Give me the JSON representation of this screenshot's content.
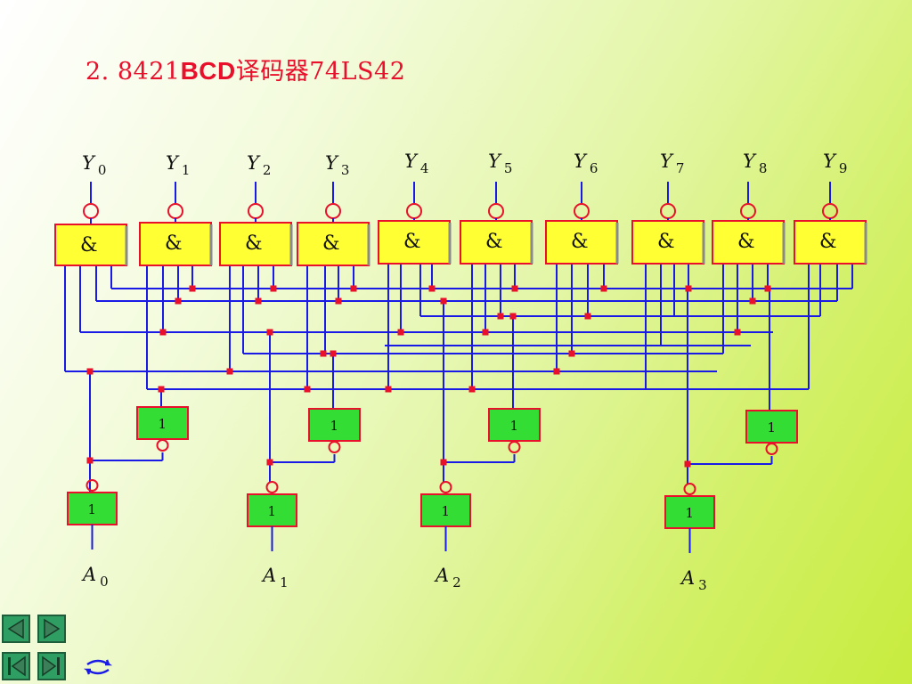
{
  "slide": {
    "title_prefix": "2. 8421",
    "title_bold": "BCD",
    "title_suffix": "译码器74LS42"
  },
  "circuit": {
    "outputs": [
      {
        "letter": "Y",
        "sub": "0"
      },
      {
        "letter": "Y",
        "sub": "1"
      },
      {
        "letter": "Y",
        "sub": "2"
      },
      {
        "letter": "Y",
        "sub": "3"
      },
      {
        "letter": "Y",
        "sub": "4"
      },
      {
        "letter": "Y",
        "sub": "5"
      },
      {
        "letter": "Y",
        "sub": "6"
      },
      {
        "letter": "Y",
        "sub": "7"
      },
      {
        "letter": "Y",
        "sub": "8"
      },
      {
        "letter": "Y",
        "sub": "9"
      }
    ],
    "and_gate_symbol": "&",
    "inverter_symbol": "1",
    "inputs": [
      {
        "letter": "A",
        "sub": "0"
      },
      {
        "letter": "A",
        "sub": "1"
      },
      {
        "letter": "A",
        "sub": "2"
      },
      {
        "letter": "A",
        "sub": "3"
      }
    ],
    "colors": {
      "wire": "#1a1ae6",
      "junction": "#e8102a",
      "and_fill": "#ffff33",
      "and_border": "#e8102a",
      "inv_fill": "#33dd33",
      "inv_border": "#e8102a",
      "bubble": "#e8102a",
      "text": "#111111"
    }
  },
  "navigation": {
    "buttons": [
      {
        "name": "previous-slide-button",
        "icon": "triangle-left-icon"
      },
      {
        "name": "next-slide-button",
        "icon": "triangle-right-icon"
      },
      {
        "name": "first-slide-button",
        "icon": "skip-to-start-icon"
      },
      {
        "name": "last-slide-button",
        "icon": "skip-to-end-icon"
      },
      {
        "name": "return-button",
        "icon": "return-arrow-icon"
      }
    ]
  }
}
